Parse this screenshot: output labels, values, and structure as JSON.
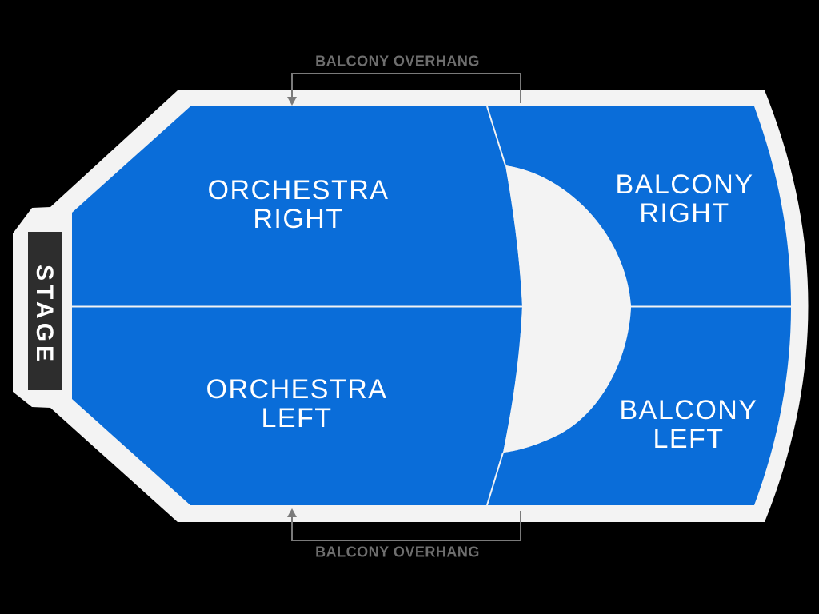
{
  "colors": {
    "background": "#000000",
    "floor": "#f3f3f3",
    "section_fill": "#0a6dd9",
    "stage_fill": "#2d2d2d",
    "section_text": "#ffffff",
    "annotation_line": "#7a7a7a",
    "annotation_text": "#6e6e6e"
  },
  "stage": {
    "label": "STAGE"
  },
  "sections": {
    "orchestra_right": {
      "line1": "ORCHESTRA",
      "line2": "RIGHT"
    },
    "orchestra_left": {
      "line1": "ORCHESTRA",
      "line2": "LEFT"
    },
    "balcony_right": {
      "line1": "BALCONY",
      "line2": "RIGHT"
    },
    "balcony_left": {
      "line1": "BALCONY",
      "line2": "LEFT"
    }
  },
  "annotations": {
    "top": {
      "label": "BALCONY OVERHANG"
    },
    "bottom": {
      "label": "BALCONY OVERHANG"
    }
  }
}
